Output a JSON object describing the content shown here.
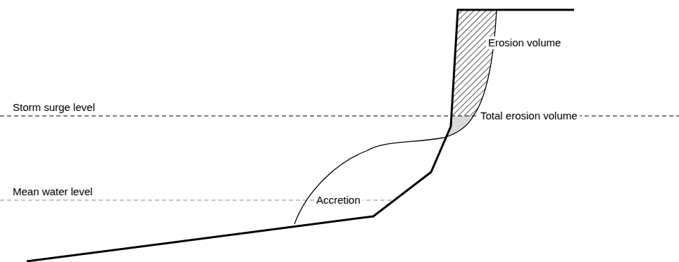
{
  "diagram": {
    "labels": [
      "Erosion volume",
      "Storm surge level",
      "Total erosion volume",
      "Mean water level",
      "Accretion"
    ]
  }
}
